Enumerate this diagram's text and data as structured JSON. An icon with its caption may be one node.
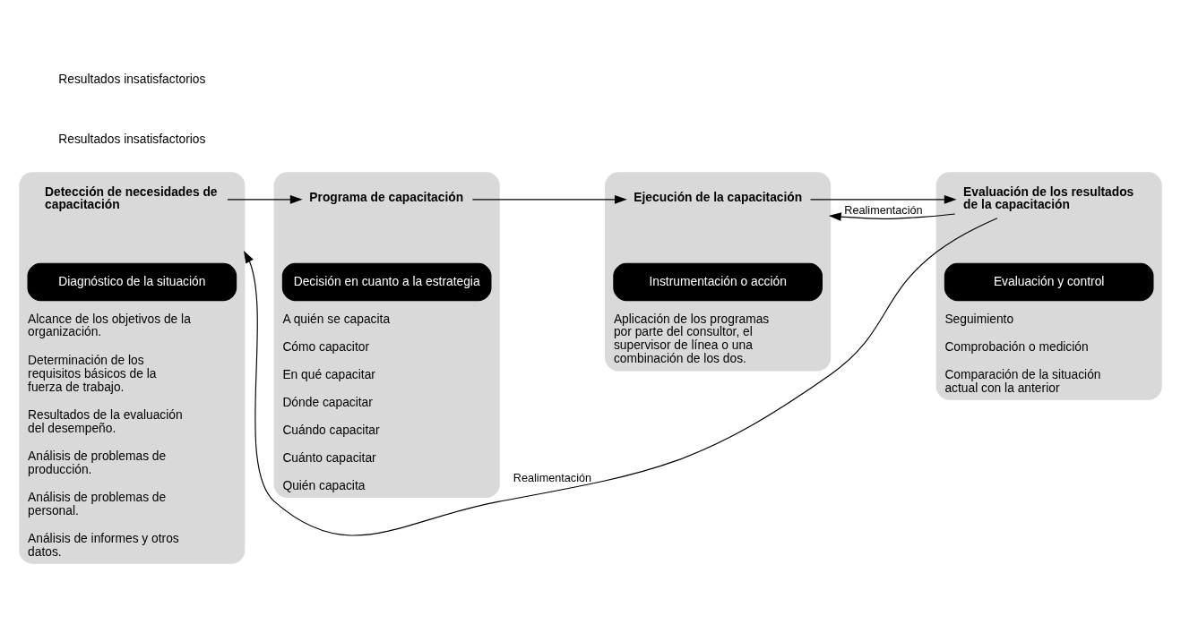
{
  "diagram": {
    "nodes": [
      {
        "text": [
          "Alcance de los objetivos de la organización.",
          "Determinación de los requisitos básicos de la fuerza de trabajo.",
          "Resultados de la evaluación del desempeño.",
          "Análisis de problemas de producción.",
          "Análisis de problemas de personal.",
          "Análisis de informes y otros datos."
        ]
      },
      {
        "text": [
          "Diagnóstico de la situación"
        ],
        "in": 0
      },
      {
        "text": [
          "Detección de necesidades de capacitación"
        ],
        "in": 0
      },
      {
        "text": [
          "A quién se capacita",
          "Cómo capacitor",
          "En qué capacitar",
          "Dónde capacitar",
          "Cuándo capacitar",
          "Cuánto capacitar",
          "Quién capacita"
        ]
      },
      {
        "text": [
          "Decisión en cuanto a la estrategia"
        ],
        "in": 3
      },
      {
        "text": [
          "Programa de capacitación"
        ],
        "in": 3
      },
      {
        "text": [
          "Aplicación de los programas por parte del consultor, el supervisor de línea o una combinación de los dos."
        ]
      },
      {
        "text": [
          "Instrumentación o acción"
        ],
        "in": 6
      },
      {
        "text": [
          "Ejecución de la capacitación"
        ],
        "in": 6
      },
      {
        "text": [
          "Seguimiento",
          "Comprobación o medición",
          "Comparación de la situación actual con la anterior"
        ]
      },
      {
        "text": [
          "Evaluación y control"
        ],
        "in": 9
      },
      {
        "text": [
          "Evaluación de los resultados de la capacitación"
        ],
        "in": 9
      }
    ],
    "edges": [
      {
        "from": 2,
        "to": 5,
        "arrow": "to"
      },
      {
        "from": 5,
        "to": 8,
        "arrow": "to"
      },
      {
        "from": 8,
        "to": 11,
        "arrow": "to"
      },
      {
        "from": 11,
        "to": 6,
        "arrow": "to",
        "label": "Realimentación"
      },
      {
        "from": 11,
        "to": 0,
        "arrow": "to",
        "label": "Realimentación"
      }
    ],
    "labels": [
      "Resultados insatisfactorios",
      "Resultados insatisfactorios"
    ]
  }
}
